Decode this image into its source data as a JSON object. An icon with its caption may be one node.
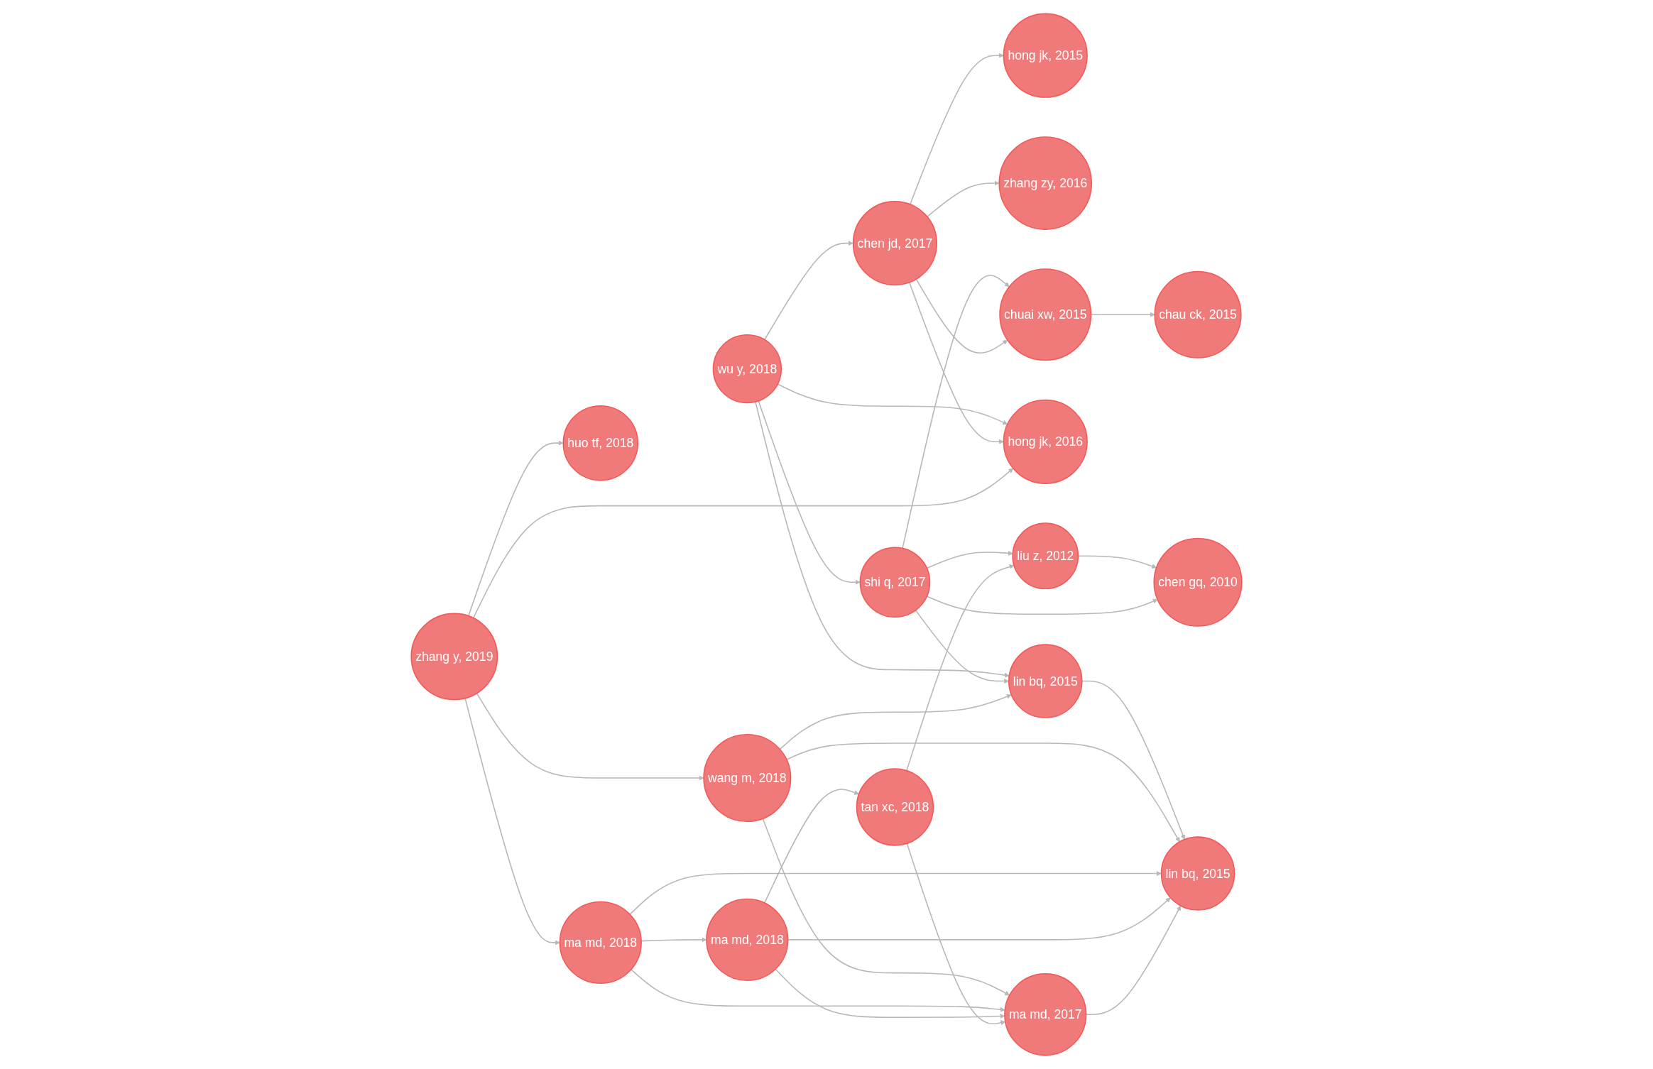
{
  "diagram": {
    "nodes": [
      {
        "text": [
          "hong jk, 2015"
        ]
      },
      {
        "text": [
          "huo tf, 2018"
        ]
      },
      {
        "text": [
          "zhang zy, 2016"
        ]
      },
      {
        "text": [
          "wu y, 2018"
        ]
      },
      {
        "text": [
          "lin bq, 2015"
        ]
      },
      {
        "text": [
          "chen jd, 2017"
        ]
      },
      {
        "text": [
          "zhang y, 2019"
        ]
      },
      {
        "text": [
          "hong jk, 2016"
        ]
      },
      {
        "text": [
          "wang m, 2018"
        ]
      },
      {
        "text": [
          "chen gq, 2010"
        ]
      },
      {
        "text": [
          "liu z, 2012"
        ]
      },
      {
        "text": [
          "ma md, 2017"
        ]
      },
      {
        "text": [
          "lin bq, 2015"
        ]
      },
      {
        "text": [
          "ma md, 2018"
        ]
      },
      {
        "text": [
          "chuai xw, 2015"
        ]
      },
      {
        "text": [
          "ma md, 2018"
        ]
      },
      {
        "text": [
          "shi q, 2017"
        ]
      },
      {
        "text": [
          "chau ck, 2015"
        ]
      },
      {
        "text": [
          "tan xc, 2018"
        ]
      }
    ],
    "edges": [
      {
        "from": 10,
        "to": 9,
        "arrow": "to"
      },
      {
        "from": 16,
        "to": 9,
        "arrow": "to"
      },
      {
        "from": 16,
        "to": 10,
        "arrow": "to"
      },
      {
        "from": 18,
        "to": 10,
        "arrow": "to"
      },
      {
        "from": 16,
        "to": 14,
        "arrow": "to"
      },
      {
        "from": 5,
        "to": 0,
        "arrow": "to"
      },
      {
        "from": 5,
        "to": 2,
        "arrow": "to"
      },
      {
        "from": 6,
        "to": 1,
        "arrow": "to"
      },
      {
        "from": 3,
        "to": 4,
        "arrow": "to"
      },
      {
        "from": 3,
        "to": 5,
        "arrow": "to"
      },
      {
        "from": 3,
        "to": 7,
        "arrow": "to"
      },
      {
        "from": 5,
        "to": 7,
        "arrow": "to"
      },
      {
        "from": 3,
        "to": 16,
        "arrow": "to"
      },
      {
        "from": 5,
        "to": 14,
        "arrow": "to"
      },
      {
        "from": 4,
        "to": 12,
        "arrow": "to"
      },
      {
        "from": 14,
        "to": 17,
        "arrow": "to"
      },
      {
        "from": 16,
        "to": 4,
        "arrow": "to"
      },
      {
        "from": 8,
        "to": 4,
        "arrow": "to"
      },
      {
        "from": 6,
        "to": 7,
        "arrow": "to"
      },
      {
        "from": 6,
        "to": 8,
        "arrow": "to"
      },
      {
        "from": 8,
        "to": 11,
        "arrow": "to"
      },
      {
        "from": 8,
        "to": 12,
        "arrow": "to"
      },
      {
        "from": 6,
        "to": 13,
        "arrow": "to"
      },
      {
        "from": 13,
        "to": 11,
        "arrow": "to"
      },
      {
        "from": 13,
        "to": 12,
        "arrow": "to"
      },
      {
        "from": 13,
        "to": 15,
        "arrow": "to"
      },
      {
        "from": 15,
        "to": 12,
        "arrow": "to"
      },
      {
        "from": 15,
        "to": 11,
        "arrow": "to"
      },
      {
        "from": 15,
        "to": 18,
        "arrow": "to"
      },
      {
        "from": 18,
        "to": 11,
        "arrow": "to"
      },
      {
        "from": 11,
        "to": 12,
        "arrow": "to"
      }
    ]
  }
}
